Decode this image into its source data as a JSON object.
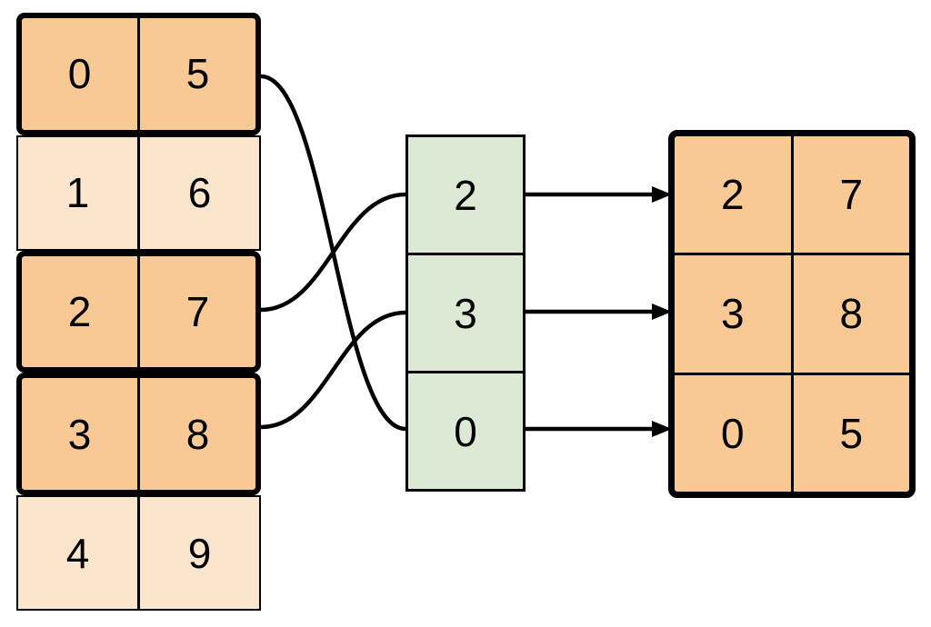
{
  "colors": {
    "highlight": "#F8C994",
    "light": "#FBE5CD",
    "index": "#DCE9D5",
    "stroke": "#000000"
  },
  "source_table": {
    "rows": [
      {
        "highlighted": true,
        "cells": [
          "0",
          "5"
        ]
      },
      {
        "highlighted": false,
        "cells": [
          "1",
          "6"
        ]
      },
      {
        "highlighted": true,
        "cells": [
          "2",
          "7"
        ]
      },
      {
        "highlighted": true,
        "cells": [
          "3",
          "8"
        ]
      },
      {
        "highlighted": false,
        "cells": [
          "4",
          "9"
        ]
      }
    ]
  },
  "index_column": {
    "cells": [
      "2",
      "3",
      "0"
    ]
  },
  "result_table": {
    "rows": [
      {
        "cells": [
          "2",
          "7"
        ]
      },
      {
        "cells": [
          "3",
          "8"
        ]
      },
      {
        "cells": [
          "0",
          "5"
        ]
      }
    ]
  }
}
